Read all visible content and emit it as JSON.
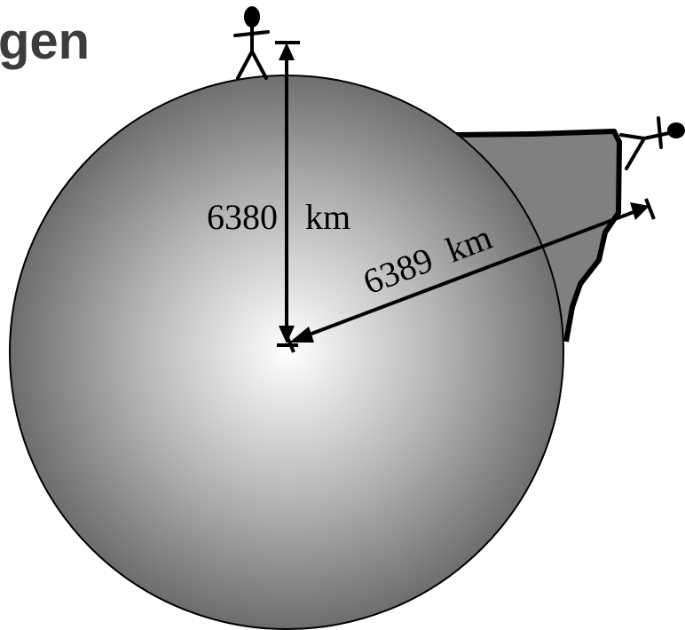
{
  "title": "gen",
  "labels": {
    "polar_radius_number": "6380",
    "polar_radius_unit": "km",
    "equatorial_radius_number": "6389",
    "equatorial_radius_unit": "km"
  },
  "colors": {
    "sphere_edge": "#7a7a7a",
    "sphere_center": "#ffffff",
    "bulge_fill": "#808080",
    "stroke": "#000000",
    "title": "#3c3c3c"
  }
}
